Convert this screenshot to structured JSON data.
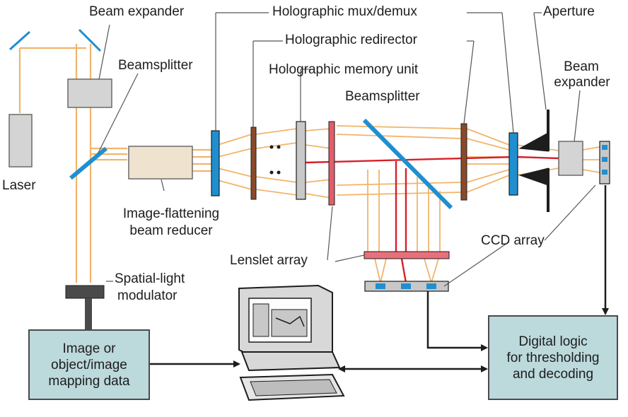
{
  "labels": {
    "beam_expander_top": "Beam expander",
    "holographic_mux": "Holographic mux/demux",
    "aperture": "Aperture",
    "beamsplitter_left": "Beamsplitter",
    "holographic_redirector": "Holographic redirector",
    "holographic_memory": "Holographic memory unit",
    "beamsplitter_center": "Beamsplitter",
    "beam_expander_right_1": "Beam",
    "beam_expander_right_2": "expander",
    "laser": "Laser",
    "image_flattening_1": "Image-flattening",
    "image_flattening_2": "beam reducer",
    "ccd_array": "CCD array",
    "lenslet_array": "Lenslet array",
    "slm_1": "Spatial-light",
    "slm_2": "modulator"
  },
  "boxes": {
    "mapping_data": [
      "Image or",
      "object/image",
      "mapping data"
    ],
    "digital_logic": [
      "Digital logic",
      "for thresholding",
      "and decoding"
    ]
  },
  "colors": {
    "beam_orange": "#f2b46a",
    "beam_red": "#d8202a",
    "mux_blue": "#1f8fd0",
    "redirector_brown": "#8a4a2a",
    "box_fill": "#bcd9dc"
  },
  "icons": {
    "computer": "computer-workstation-icon"
  }
}
